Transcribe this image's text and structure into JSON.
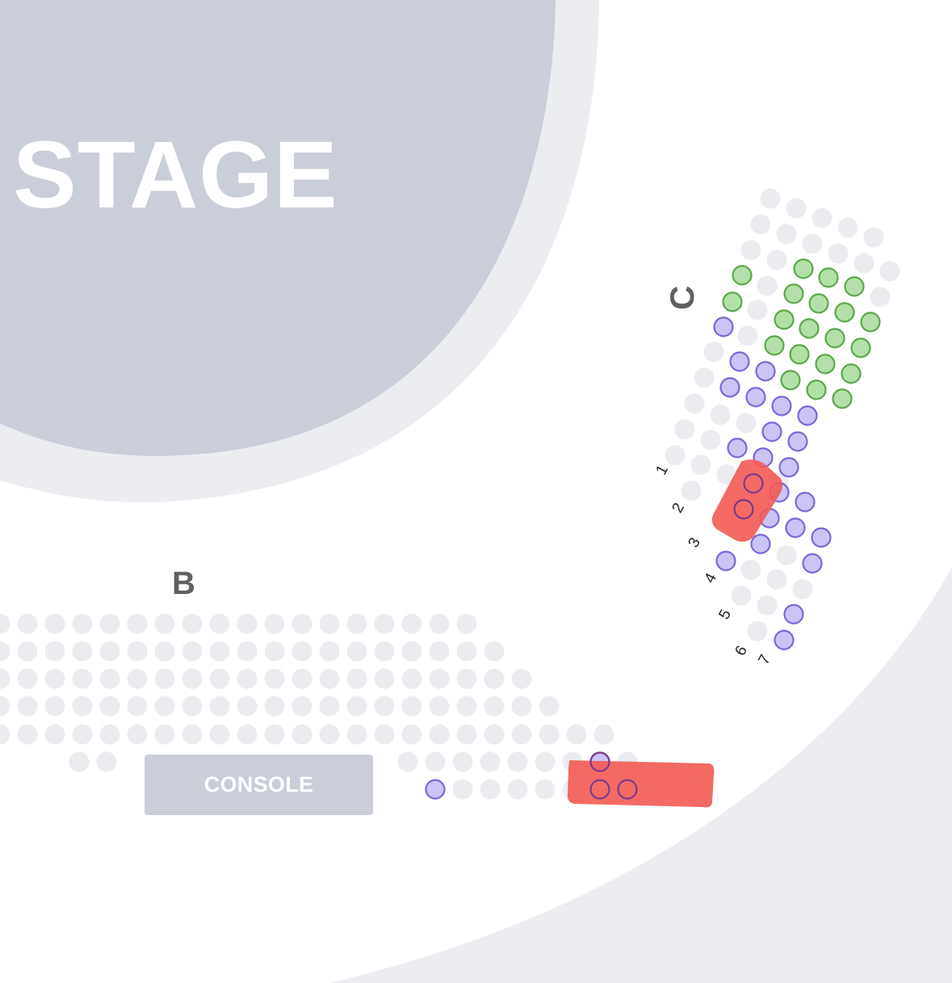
{
  "map": {
    "stage_label": "STAGE",
    "console_label": "CONSOLE",
    "sections": [
      {
        "label": "B"
      },
      {
        "label": "C"
      }
    ],
    "row_labels": [
      "1",
      "2",
      "3",
      "4",
      "5",
      "6",
      "7"
    ],
    "colors": {
      "stage_fill": "#c9ced9",
      "stage_halo": "#ebedf1",
      "seat_unavailable": "#ebecf0",
      "seat_available_fill": "#cbc4f5",
      "seat_available_stroke": "#7b68d8",
      "seat_premium_fill": "#b3dfa8",
      "seat_premium_stroke": "#5ba84a",
      "highlight": "#f25a54"
    },
    "legend_visible": false
  }
}
